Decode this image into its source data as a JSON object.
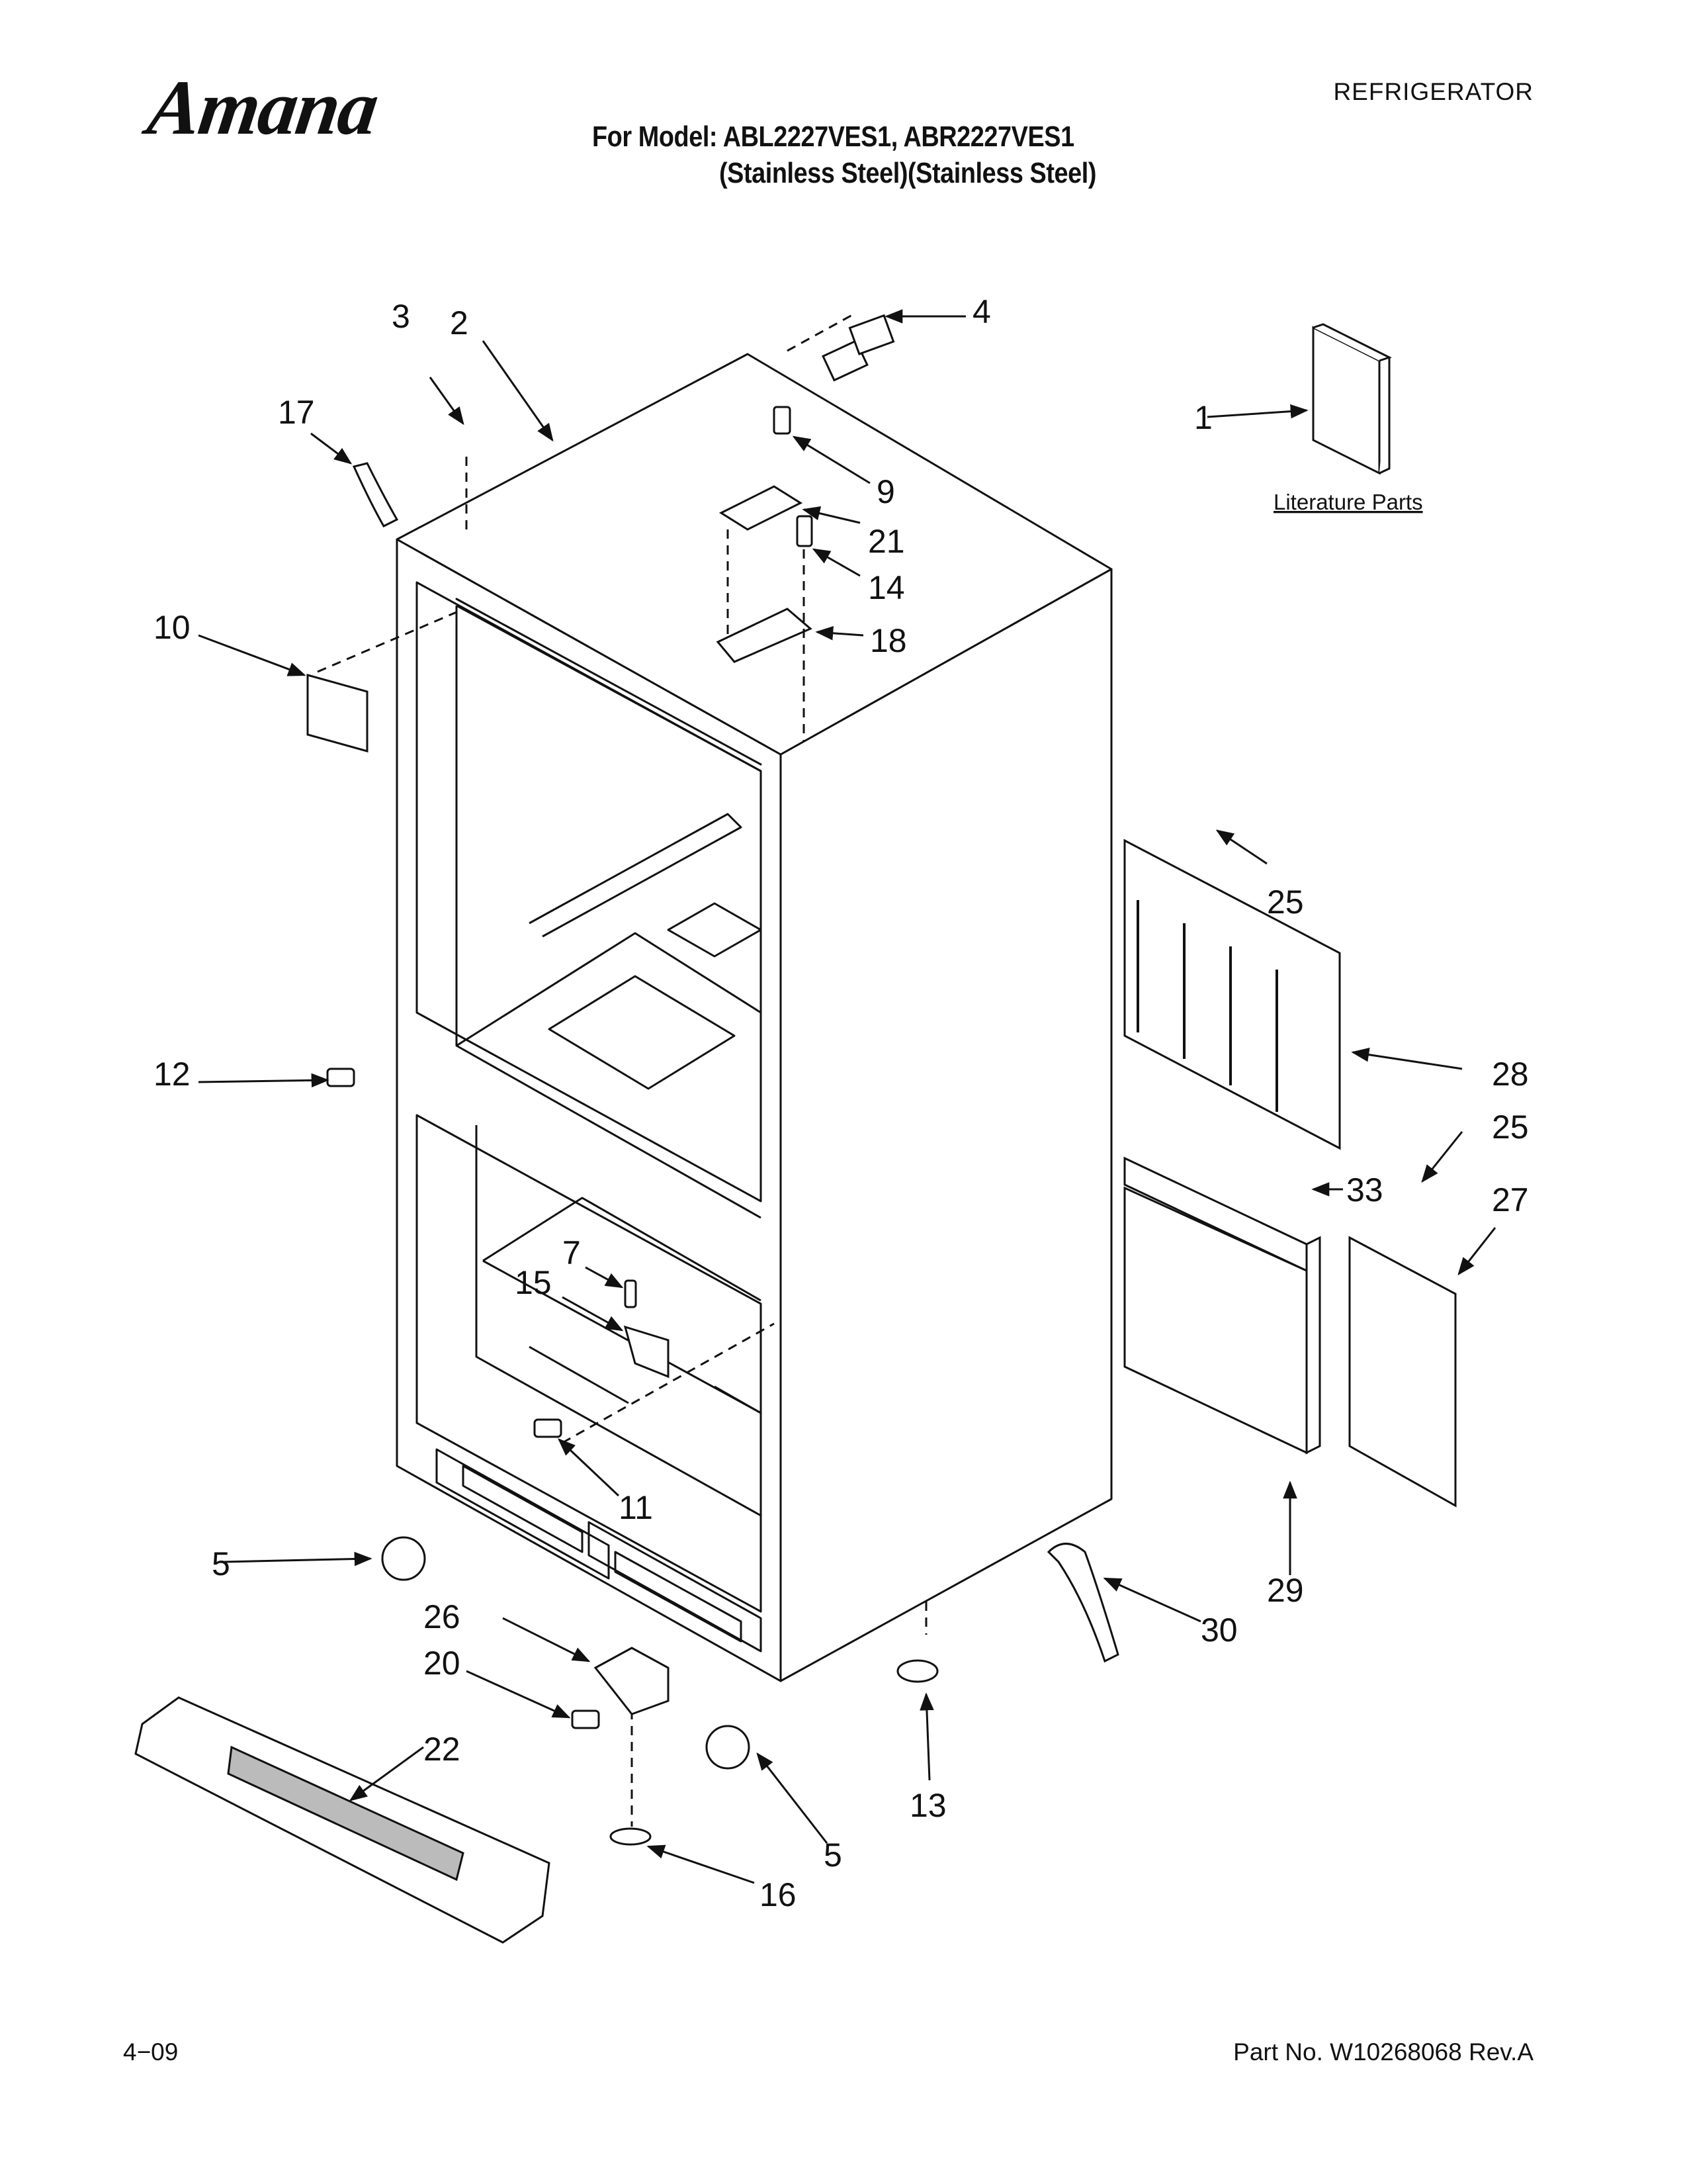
{
  "header": {
    "brand": "Amana",
    "category": "REFRIGERATOR",
    "model_line": "For Model: ABL2227VES1, ABR2227VES1",
    "finish_line": "(Stainless Steel)(Stainless Steel)"
  },
  "diagram": {
    "literature_label": "Literature Parts",
    "callouts": [
      {
        "id": "c1",
        "label": "1"
      },
      {
        "id": "c2",
        "label": "2"
      },
      {
        "id": "c3",
        "label": "3"
      },
      {
        "id": "c4",
        "label": "4"
      },
      {
        "id": "c5a",
        "label": "5"
      },
      {
        "id": "c5b",
        "label": "5"
      },
      {
        "id": "c7",
        "label": "7"
      },
      {
        "id": "c9",
        "label": "9"
      },
      {
        "id": "c10",
        "label": "10"
      },
      {
        "id": "c11",
        "label": "11"
      },
      {
        "id": "c12",
        "label": "12"
      },
      {
        "id": "c13",
        "label": "13"
      },
      {
        "id": "c14",
        "label": "14"
      },
      {
        "id": "c15",
        "label": "15"
      },
      {
        "id": "c16",
        "label": "16"
      },
      {
        "id": "c17",
        "label": "17"
      },
      {
        "id": "c18",
        "label": "18"
      },
      {
        "id": "c20",
        "label": "20"
      },
      {
        "id": "c21",
        "label": "21"
      },
      {
        "id": "c22",
        "label": "22"
      },
      {
        "id": "c25a",
        "label": "25"
      },
      {
        "id": "c25b",
        "label": "25"
      },
      {
        "id": "c26",
        "label": "26"
      },
      {
        "id": "c27",
        "label": "27"
      },
      {
        "id": "c28",
        "label": "28"
      },
      {
        "id": "c29",
        "label": "29"
      },
      {
        "id": "c30",
        "label": "30"
      },
      {
        "id": "c33",
        "label": "33"
      }
    ]
  },
  "footer": {
    "date": "4−09",
    "part_number": "Part No. W10268068 Rev.A"
  }
}
